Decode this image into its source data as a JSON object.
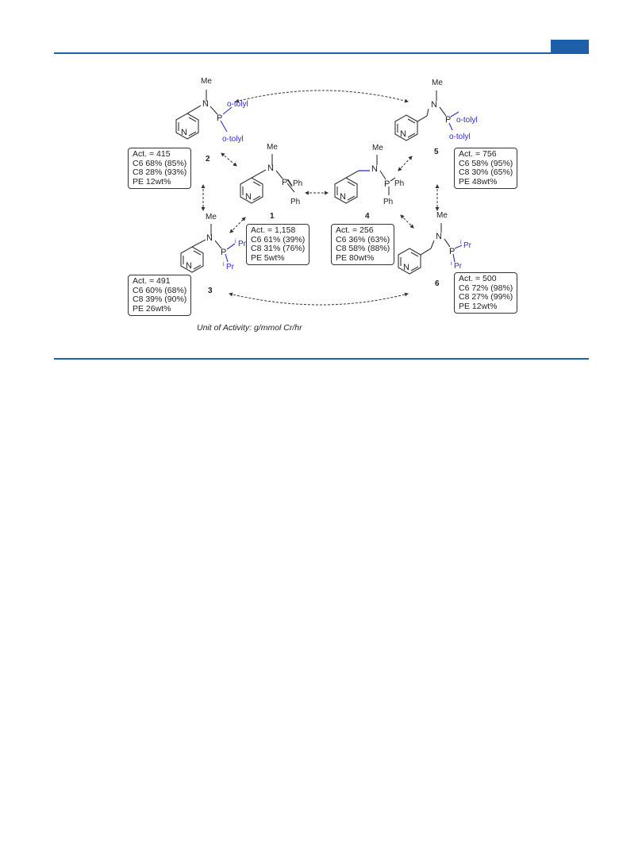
{
  "header": {
    "accent_color": "#1d5fa8"
  },
  "molecules": [
    {
      "id": "2",
      "labels": {
        "me": "Me",
        "n": "N",
        "p": "P",
        "pyridine_n": "N",
        "sub1": "o-tolyl",
        "sub2": "o-tolyl"
      },
      "stats": {
        "act": "Act. = 415",
        "c6": "C6 68% (85%)",
        "c8": "C8 28% (93%)",
        "pe": "PE 12wt%"
      }
    },
    {
      "id": "1",
      "labels": {
        "me": "Me",
        "n": "N",
        "p": "P",
        "pyridine_n": "N",
        "sub1": "Ph",
        "sub2": "Ph"
      },
      "stats": {
        "act": "Act. = 1,158",
        "c6": "C6 61% (39%)",
        "c8": "C8 31% (76%)",
        "pe": "PE 5wt%"
      }
    },
    {
      "id": "3",
      "labels": {
        "me": "Me",
        "n": "N",
        "p": "P",
        "pyridine_n": "N",
        "sub1_sup": "i",
        "sub1": "Pr",
        "sub2_sup": "i",
        "sub2": "Pr"
      },
      "stats": {
        "act": "Act. = 491",
        "c6": "C6 60% (68%)",
        "c8": "C8 39% (90%)",
        "pe": "PE 26wt%"
      }
    },
    {
      "id": "4",
      "labels": {
        "me": "Me",
        "n": "N",
        "p": "P",
        "pyridine_n": "N",
        "sub1": "Ph",
        "sub2": "Ph"
      },
      "stats": {
        "act": "Act. = 256",
        "c6": "C6 36% (63%)",
        "c8": "C8 58% (88%)",
        "pe": "PE 80wt%"
      }
    },
    {
      "id": "5",
      "labels": {
        "me": "Me",
        "n": "N",
        "p": "P",
        "pyridine_n": "N",
        "sub1": "o-tolyl",
        "sub2": "o-tolyl"
      },
      "stats": {
        "act": "Act. = 756",
        "c6": "C6 58% (95%)",
        "c8": "C8 30% (65%)",
        "pe": "PE 48wt%"
      }
    },
    {
      "id": "6",
      "labels": {
        "me": "Me",
        "n": "N",
        "p": "P",
        "pyridine_n": "N",
        "sub1_sup": "i",
        "sub1": "Pr",
        "sub2_sup": "i",
        "sub2": "Pr"
      },
      "stats": {
        "act": "Act. = 500",
        "c6": "C6 72% (98%)",
        "c8": "C8 27% (99%)",
        "pe": "PE 12wt%"
      }
    }
  ],
  "caption": "Unit of Activity: g/mmol Cr/hr",
  "colors": {
    "highlight": "#2b2bd6",
    "bond": "#333333"
  }
}
